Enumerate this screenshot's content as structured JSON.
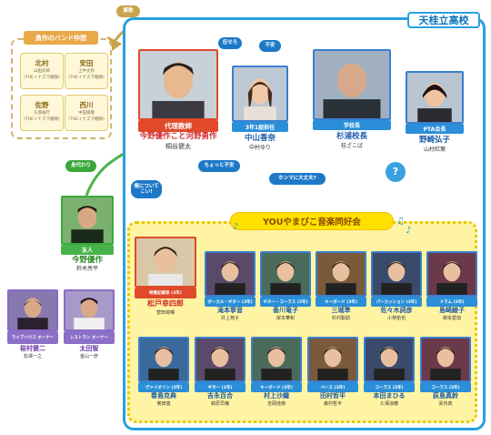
{
  "school": {
    "title": "天桂立高校"
  },
  "band": {
    "title": "勇作のバンド仲間",
    "members": [
      {
        "name": "北村",
        "sub1": "山田武郎",
        "sub2": "(THEイナズマ戦隊)"
      },
      {
        "name": "安田",
        "sub1": "上中丈弥",
        "sub2": "(THEイナズマ戦隊)"
      },
      {
        "name": "佐野",
        "sub1": "久保裕行",
        "sub2": "(THEイナズマ戦隊)"
      },
      {
        "name": "西川",
        "sub1": "中田俊哉",
        "sub2": "(THEイナズマ戦隊)"
      }
    ]
  },
  "relations": {
    "kaisan": "解散",
    "makaseru": "任せろ",
    "fuan": "不安",
    "migawari": "身代わり",
    "ore_ni_tsuitekoi": "俺についてこい!",
    "chotto_fuan": "ちょっと不安",
    "honma": "ホンマに大丈夫?",
    "question": "?"
  },
  "main": {
    "teacher": {
      "role": "代理教師",
      "name": "今野優作こと河野勇作",
      "actor": "桐谷健太"
    },
    "homeroom": {
      "role": "3年1組担任",
      "name": "中山香奈",
      "actor": "中村ゆり"
    },
    "principal": {
      "role": "学校長",
      "name": "杉浦校長",
      "actor": "桂ざこば"
    },
    "pta": {
      "role": "PTA会長",
      "name": "野崎弘子",
      "actor": "山村紅葉"
    }
  },
  "outside": {
    "friend": {
      "role": "友人",
      "name": "今野優作",
      "actor": "鈴木亮平"
    },
    "livehouse": {
      "role": "ライブハウス オーナー",
      "name": "桜村健二",
      "actor": "松澤一之"
    },
    "restaurant": {
      "role": "レストラン オーナー",
      "name": "太田智",
      "actor": "金山一彦"
    }
  },
  "club": {
    "title": "YOUやまびこ音楽同好会",
    "notes": [
      "♪",
      "♫",
      "♪"
    ],
    "members": [
      {
        "role": "映像記録係 (3年)",
        "name": "松戸幸四郎",
        "actor": "菅田将暉"
      },
      {
        "role": "ボーカル・ギター (3年)",
        "name": "滝本寧音",
        "actor": "井上苑子"
      },
      {
        "role": "ギター・コーラス (3年)",
        "name": "香川竜子",
        "actor": "岸本華和"
      },
      {
        "role": "キーボード (3年)",
        "name": "三城準",
        "actor": "杉村聡助"
      },
      {
        "role": "パーカッション (3年)",
        "name": "佐々木詞彦",
        "actor": "小林拓也"
      },
      {
        "role": "ドラム (3年)",
        "name": "島崎綾子",
        "actor": "柳本愛加"
      },
      {
        "role": "ヴァイオリン (2年)",
        "name": "春島克典",
        "actor": "奥田悠"
      },
      {
        "role": "ギター (2年)",
        "name": "吉永百合",
        "actor": "萩原早織"
      },
      {
        "role": "キーボード (3年)",
        "name": "村上沙織",
        "actor": "吉岡佳南"
      },
      {
        "role": "ベース (3年)",
        "name": "田村哲平",
        "actor": "森村哲平"
      },
      {
        "role": "コーラス (3年)",
        "name": "本田まひる",
        "actor": "久保涼穂"
      },
      {
        "role": "コーラス (3年)",
        "name": "荻島真鈴",
        "actor": "武内真"
      }
    ]
  },
  "colors": {
    "school_frame": "#2aa0e0",
    "club_bg": "#fff4a3",
    "club_title": "#ffe000",
    "role_blue": "#2a8fd8",
    "role_red": "#e04a2a",
    "role_green": "#49b34a",
    "role_purple": "#8c6fc7",
    "band_title": "#e9a948"
  }
}
